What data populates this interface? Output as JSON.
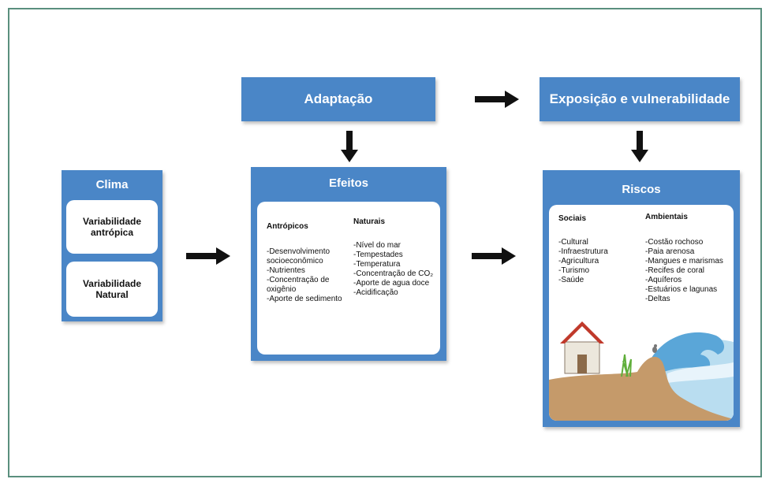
{
  "clima": {
    "title": "Clima",
    "item1": "Variabilidade antrópica",
    "item2": "Variabilidade Natural"
  },
  "adaptacao": {
    "title": "Adaptação"
  },
  "exposicao": {
    "title": "Exposição e vulnerabilidade"
  },
  "efeitos": {
    "title": "Efeitos",
    "antropicos": {
      "title": "Antrópicos",
      "items": [
        "-Desenvolvimento socioeconômico",
        "-Nutrientes",
        "-Concentração de oxigênio",
        "-Aporte de sedimento"
      ]
    },
    "naturais": {
      "title": "Naturais",
      "items": [
        "-Nível do mar",
        "-Tempestades",
        "-Temperatura",
        "-Concentração de CO₂",
        "-Aporte de agua doce",
        "-Acidificação"
      ]
    }
  },
  "riscos": {
    "title": "Riscos",
    "sociais": {
      "title": "Sociais",
      "items": [
        "-Cultural",
        "-Infraestrutura",
        "-Agricultura",
        "-Turismo",
        "-Saúde"
      ]
    },
    "ambientais": {
      "title": "Ambientais",
      "items": [
        "-Costão rochoso",
        "-Paia arenosa",
        "-Mangues e marismas",
        "-Recifes de coral",
        "-Aquíferos",
        "-Estuários e lagunas",
        "-Deltas"
      ]
    }
  },
  "colors": {
    "box": "#4a86c7",
    "frame": "#5a8f7e",
    "arrow": "#111111"
  }
}
